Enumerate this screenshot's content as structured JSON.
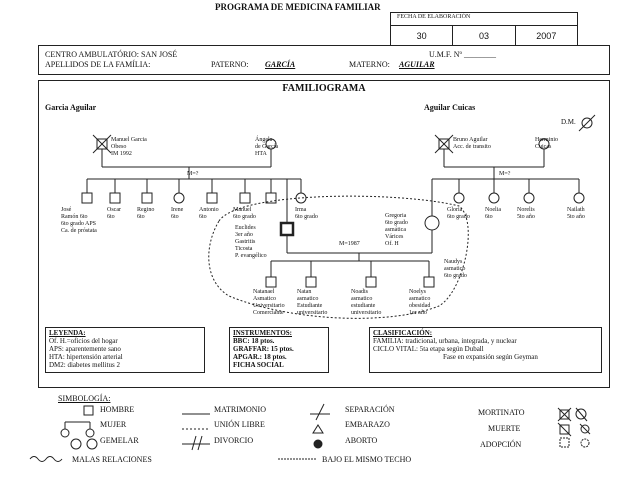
{
  "header": {
    "program_title": "PROGRAMA DE MEDICINA FAMILIAR",
    "date_label": "FECHA DE ELABORACIÓN",
    "day": "30",
    "month": "03",
    "year": "2007"
  },
  "identification": {
    "center": "CENTRO AMBULATÓRIO: SAN JOSÉ",
    "umf": "U.M.F. Nº ________",
    "surnames_label": "APELLIDOS DE LA FAMÍLIA:",
    "paternal_label": "PATERNO:",
    "paternal": "GARCÍA",
    "maternal_label": "MATERNO:",
    "maternal": "AGUILAR"
  },
  "familiogram": {
    "title": "FAMILIOGRAMA",
    "left_family": "Garcia Aguilar",
    "right_family": "Aguilar Cuicas",
    "people": {
      "manuel_garcia": "Manuel Garcia\nObeso\nIM 1992",
      "angela": "Ángela\nde García\nHTA",
      "bruno": "Bruno Aguilar\nAcc. de transito",
      "herminio": "Herminio\nCuicas",
      "dm_mark": "D.M.",
      "m_left": "M=?",
      "m_right": "M=?",
      "jose": "José\nRamón 6to\n6to grado APS\nCa. de próstata",
      "oscar": "Oscar\n6to",
      "regino": "Regino\n6to",
      "irene": "Irene\n6to",
      "antonio": "Antonio\n6to",
      "manuel_jr": "Manuel\n6to grado",
      "irma": "Irma\n6to grado",
      "gloria": "Gloria\n6to grado",
      "noelia": "Noelia\n6to",
      "norelis": "Norelis\n5to año",
      "nailath": "Nailath\n5to año",
      "euclides": "Euclides\n3er año\nGastritis\nTicosta\nP. evangélico",
      "gregoria": "Gregoria\n6to grado\nasmática\nVárices\nOf. H",
      "m_1987": "M=1987",
      "natanael": "Natanael\nAsmatico\nUniversitario\nComerciante",
      "natan": "Natan\nasmatico\nEstudiante\nuniversitario",
      "noadis": "Noadis\nasmatico\nestudiante\nuniversitario",
      "noelys_a": "Noelys\nasmatico\nobesidad\n1er año",
      "naudys": "Naudys\nasmatico\n6to grado"
    }
  },
  "legend": {
    "title": "LEYENDA:",
    "lines": [
      "Of. H.=oficios del hogar",
      "APS: aparentemente sano",
      "HTA: hipertensión arterial",
      "DM2: diabetes mellitus 2"
    ]
  },
  "instruments": {
    "title": "INSTRUMENTOS:",
    "lines": [
      "BBC: 18 ptos.",
      "GRAFFAR: 15 ptos.",
      "APGAR.: 18 ptos.",
      "FICHA SOCIAL"
    ]
  },
  "classification": {
    "title": "CLASIFICACIÓN:",
    "lines": [
      "FAMILIA: tradicional, urbana, integrada, y nuclear",
      "CICLO VITAL: 5ta etapa según Duball",
      "Fase en expansión según Geyman"
    ]
  },
  "symbology": {
    "title": "SIMBOLOGÍA:",
    "hombre": "HOMBRE",
    "mujer": "MUJER",
    "gemelar": "GEMELAR",
    "malas": "MALAS RELACIONES",
    "matrimonio": "MATRIMONIO",
    "union": "UNIÓN LIBRE",
    "divorcio": "DIVORCIO",
    "separacion": "SEPARACIÓN",
    "embarazo": "EMBARAZO",
    "aborto": "ABORTO",
    "techo": "BAJO EL MISMO TECHO",
    "mortinato": "MORTINATO",
    "muerte": "MUERTE",
    "adopcion": "ADOPCIÓN"
  }
}
